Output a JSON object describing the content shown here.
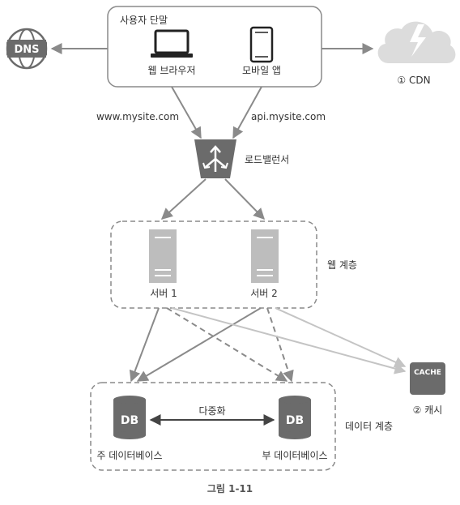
{
  "user_terminal": {
    "title": "사용자 단말",
    "web_browser": "웹 브라우저",
    "mobile_app": "모바일 앱"
  },
  "dns": {
    "label": "DNS"
  },
  "cdn": {
    "label": "① CDN"
  },
  "edges": {
    "www": "www.mysite.com",
    "api": "api.mysite.com",
    "replication": "다중화"
  },
  "load_balancer": {
    "label": "로드밸런서"
  },
  "web_tier": {
    "label": "웹 계층",
    "server1": "서버 1",
    "server2": "서버 2"
  },
  "cache": {
    "badge": "CACHE",
    "label": "② 캐시"
  },
  "data_tier": {
    "label": "데이터 계층",
    "db_badge": "DB",
    "primary": "주 데이터베이스",
    "replica": "부 데이터베이스"
  },
  "caption": "그림 1-11",
  "colors": {
    "arrow": "#8a8a8a",
    "server": "#bdbdbd",
    "db": "#6b6b6b",
    "cloud": "#dcdcdc",
    "lb": "#6b6b6b",
    "box_border": "#8a8a8a"
  }
}
